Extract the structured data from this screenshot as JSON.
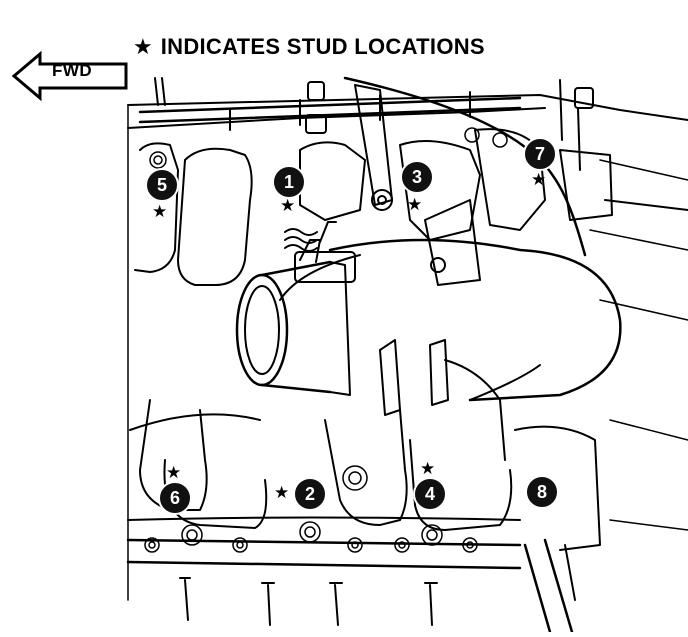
{
  "legend": {
    "star_symbol": "★",
    "text": "INDICATES STUD LOCATIONS"
  },
  "direction_arrow": {
    "label": "FWD"
  },
  "callouts": [
    {
      "number": "1",
      "stud": true
    },
    {
      "number": "2",
      "stud": true
    },
    {
      "number": "3",
      "stud": true
    },
    {
      "number": "4",
      "stud": true
    },
    {
      "number": "5",
      "stud": true
    },
    {
      "number": "6",
      "stud": true
    },
    {
      "number": "7",
      "stud": true
    },
    {
      "number": "8",
      "stud": false
    }
  ],
  "stud_symbol": "★",
  "colors": {
    "line": "#000000",
    "background": "#ffffff",
    "callout_fill": "#111111",
    "callout_text": "#ffffff"
  }
}
